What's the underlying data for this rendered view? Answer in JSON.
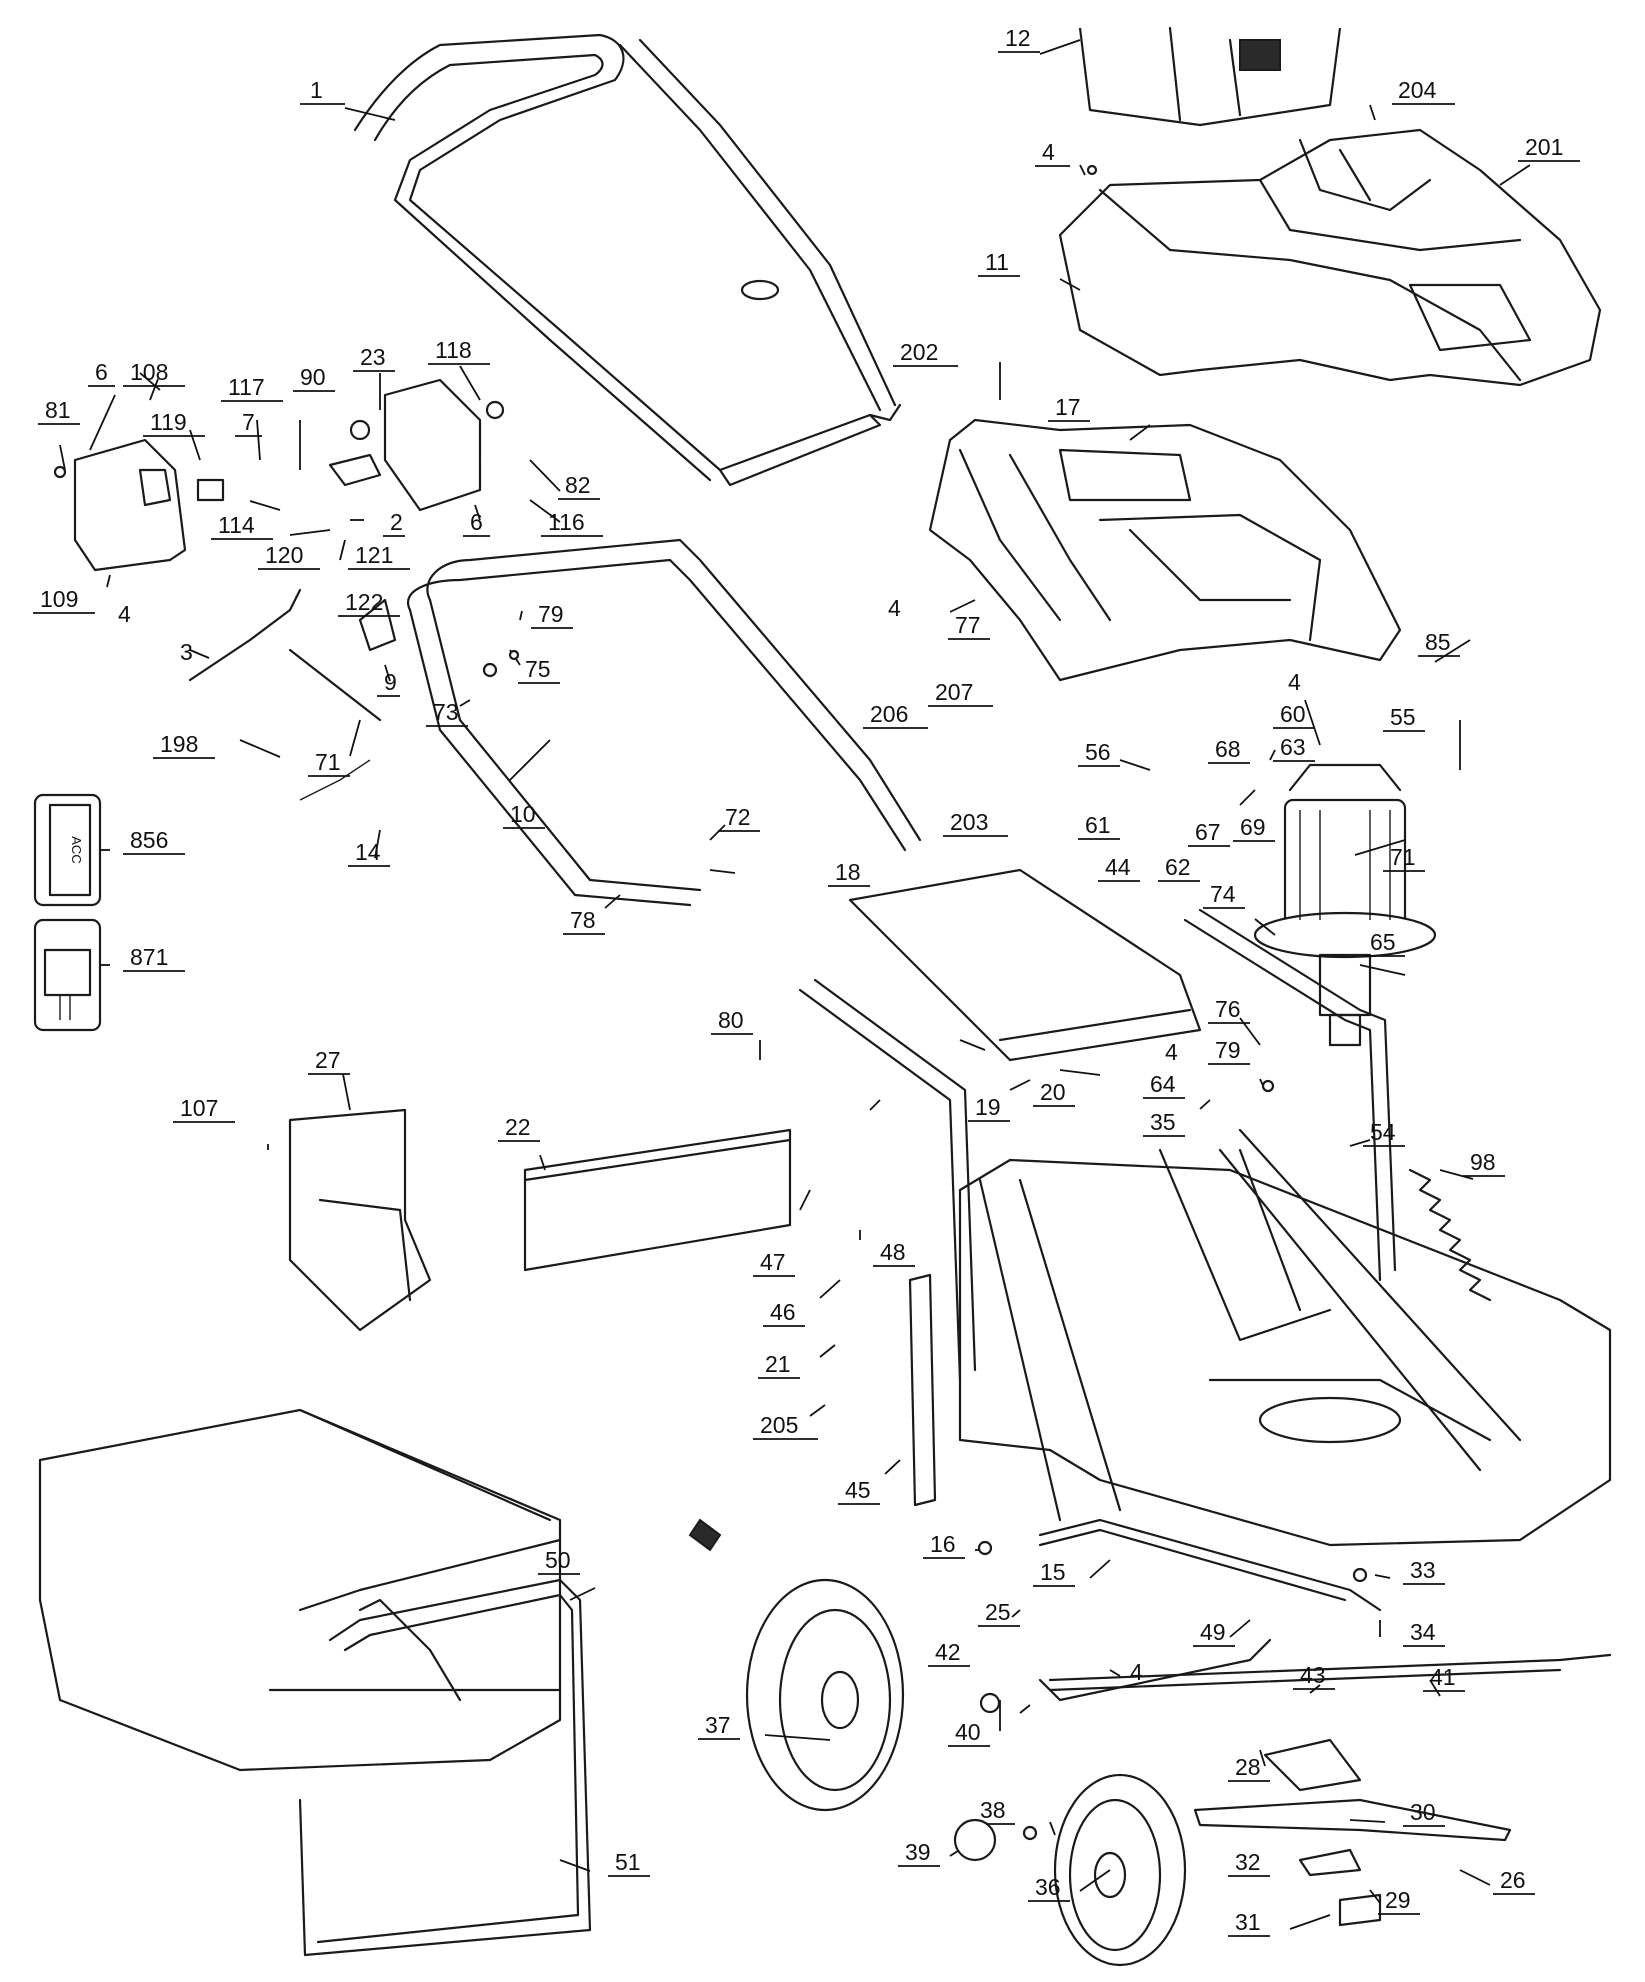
{
  "diagram": {
    "acc_label": "ACC",
    "callouts": {
      "c1": "1",
      "c2": "2",
      "c3": "3",
      "c4a": "4",
      "c4b": "4",
      "c4c": "4",
      "c4d": "4",
      "c4e": "4",
      "c4f": "4",
      "c6a": "6",
      "c6b": "6",
      "c7": "7",
      "c9": "9",
      "c10": "10",
      "c11": "11",
      "c12": "12",
      "c14": "14",
      "c15": "15",
      "c16": "16",
      "c17": "17",
      "c18": "18",
      "c19": "19",
      "c20": "20",
      "c21": "21",
      "c22": "22",
      "c23": "23",
      "c25": "25",
      "c26": "26",
      "c27": "27",
      "c28": "28",
      "c29": "29",
      "c30": "30",
      "c31": "31",
      "c32": "32",
      "c33": "33",
      "c34": "34",
      "c35": "35",
      "c36": "36",
      "c37": "37",
      "c38": "38",
      "c39": "39",
      "c40": "40",
      "c41": "41",
      "c42": "42",
      "c43": "43",
      "c44": "44",
      "c45": "45",
      "c46": "46",
      "c47": "47",
      "c48": "48",
      "c49": "49",
      "c50": "50",
      "c51": "51",
      "c54": "54",
      "c55": "55",
      "c56": "56",
      "c60": "60",
      "c61": "61",
      "c62": "62",
      "c63": "63",
      "c64": "64",
      "c65": "65",
      "c67": "67",
      "c68": "68",
      "c69": "69",
      "c71a": "71",
      "c71b": "71",
      "c72": "72",
      "c73": "73",
      "c74": "74",
      "c75": "75",
      "c76": "76",
      "c77": "77",
      "c78": "78",
      "c79a": "79",
      "c79b": "79",
      "c80": "80",
      "c81": "81",
      "c82": "82",
      "c85": "85",
      "c90": "90",
      "c98": "98",
      "c107": "107",
      "c108": "108",
      "c109": "109",
      "c114": "114",
      "c116": "116",
      "c117": "117",
      "c118": "118",
      "c119": "119",
      "c120": "120",
      "c121": "121",
      "c122": "122",
      "c198": "198",
      "c201": "201",
      "c202": "202",
      "c203": "203",
      "c204": "204",
      "c205": "205",
      "c206": "206",
      "c207": "207",
      "c856": "856",
      "c871": "871"
    }
  }
}
